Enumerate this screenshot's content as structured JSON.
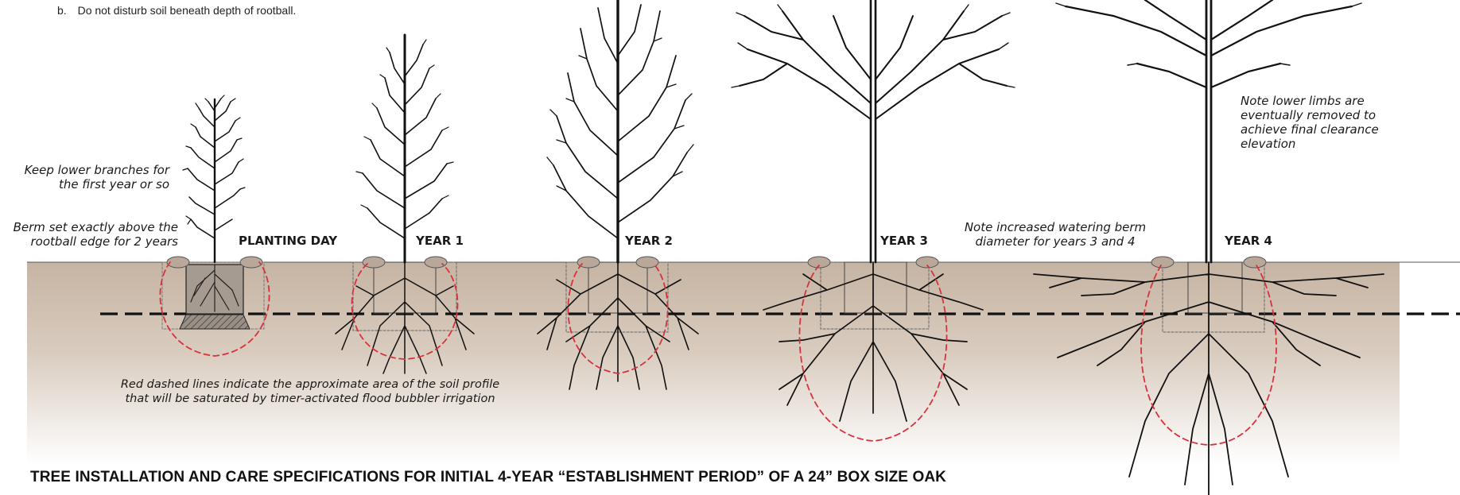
{
  "header": {
    "note_marker": "b.",
    "note_text": "Do not disturb soil beneath depth of rootball."
  },
  "stages": [
    {
      "label": "PLANTING DAY"
    },
    {
      "label": "YEAR 1"
    },
    {
      "label": "YEAR 2"
    },
    {
      "label": "YEAR 3"
    },
    {
      "label": "YEAR 4"
    }
  ],
  "annotations": {
    "keep_branches": [
      "Keep lower branches for",
      "the first year or so"
    ],
    "berm_set": [
      "Berm set exactly above the",
      "rootball edge for 2 years"
    ],
    "watering_berm": [
      "Note increased watering berm",
      "diameter for years 3 and 4"
    ],
    "lower_limbs": [
      "Note lower limbs are",
      "eventually removed to",
      "achieve final clearance",
      "elevation"
    ],
    "red_dashed": [
      "Red dashed lines indicate the approximate area of the soil profile",
      "that will be saturated by timer-activated flood bubbler irrigation"
    ]
  },
  "title": "TREE INSTALLATION AND CARE SPECIFICATIONS FOR INITIAL 4-YEAR “ESTABLISHMENT PERIOD” OF A 24” BOX SIZE OAK",
  "colors": {
    "soil": "#c9b8a7",
    "berm": "#b9a89a",
    "saturation_line": "#d8323c",
    "ink": "#111111"
  }
}
